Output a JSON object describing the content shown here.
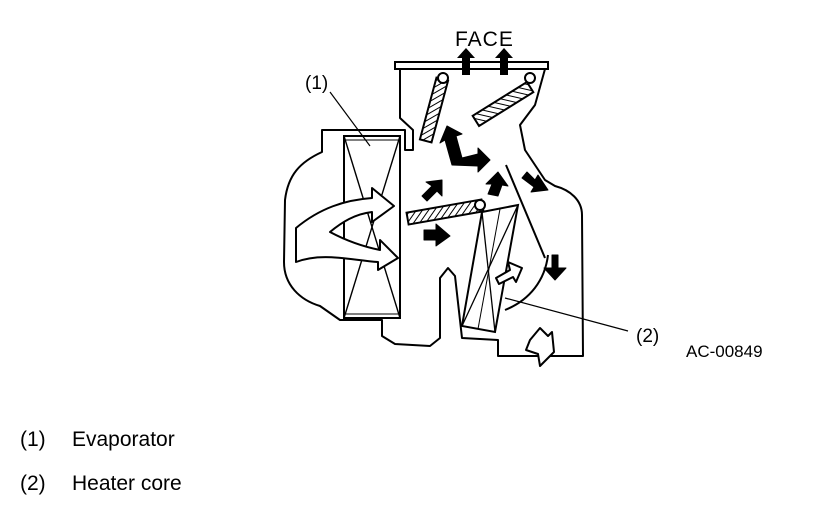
{
  "diagram": {
    "face_label": "FACE",
    "callout_1": "(1)",
    "callout_2": "(2)",
    "figure_code": "AC-00849"
  },
  "legend": [
    {
      "number": "(1)",
      "label": "Evaporator"
    },
    {
      "number": "(2)",
      "label": "Heater core"
    }
  ]
}
